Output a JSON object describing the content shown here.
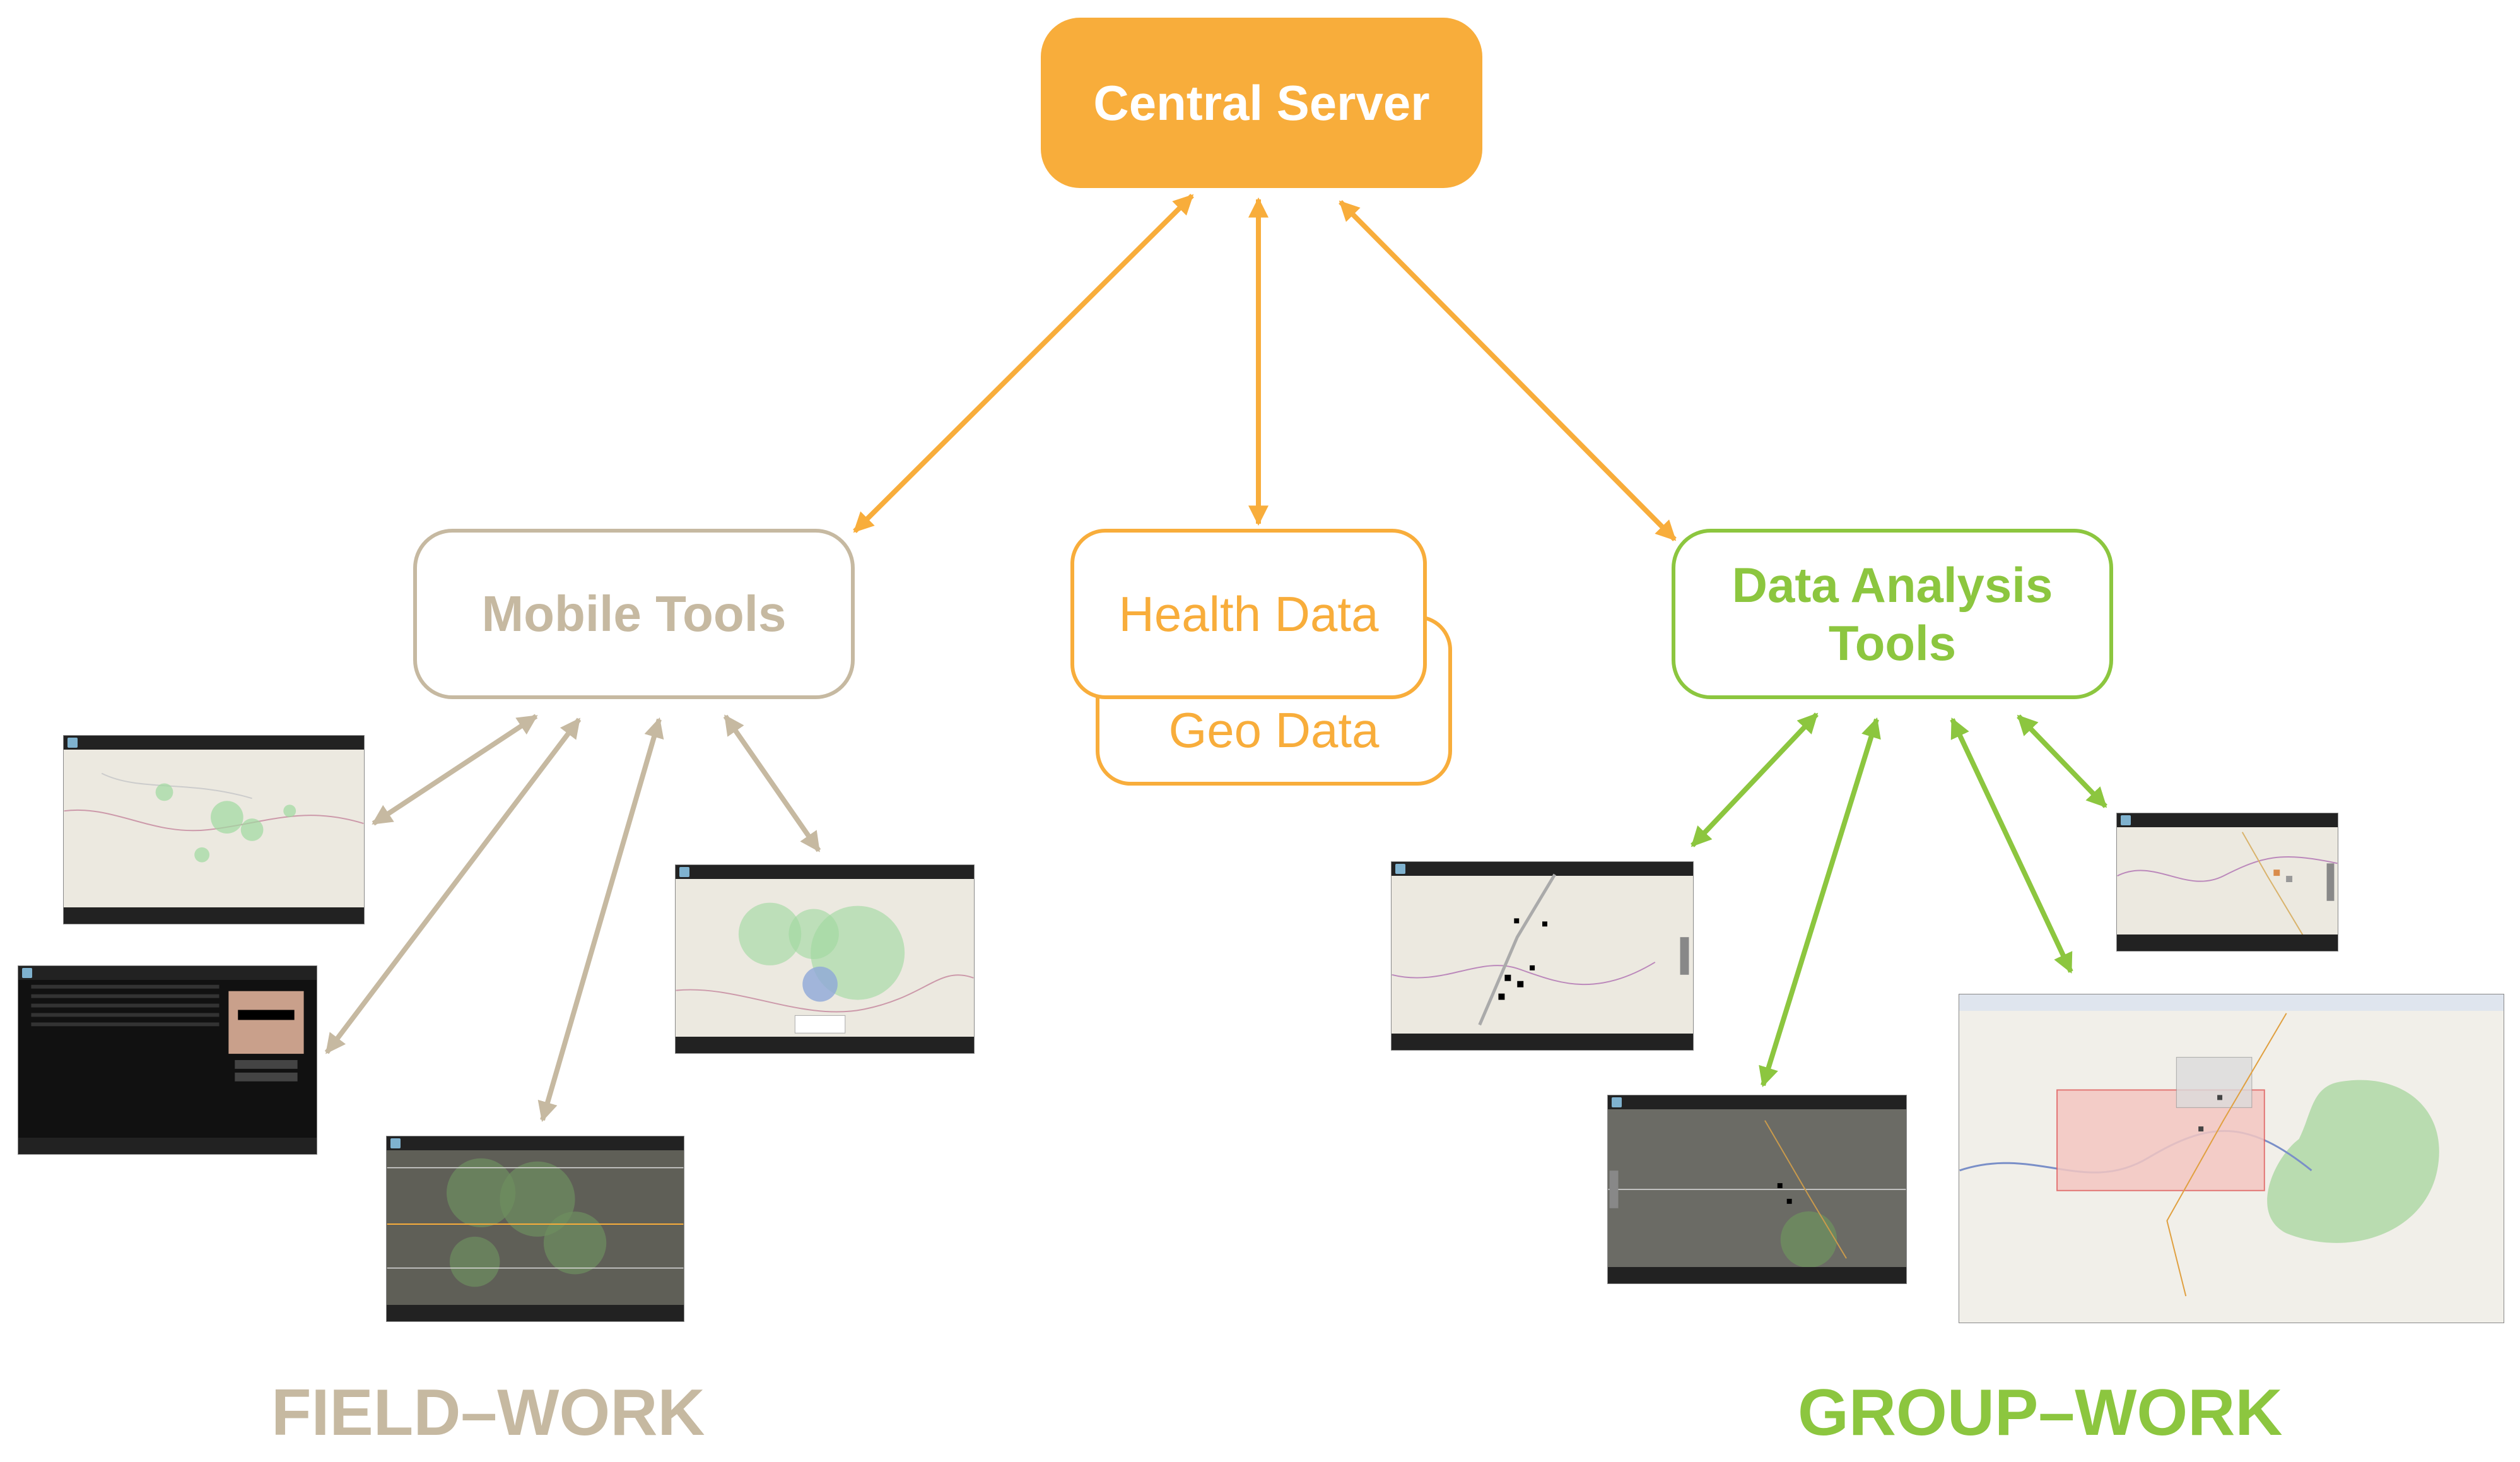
{
  "nodes": {
    "central_server": "Central Server",
    "mobile_tools": "Mobile Tools",
    "health_data": "Health Data",
    "geo_data": "Geo Data",
    "data_analysis_tools": [
      "Data Analysis",
      "Tools"
    ]
  },
  "labels": {
    "field_work": "FIELD–WORK",
    "group_work": "GROUP–WORK"
  },
  "colors": {
    "orange": "#f8ad3b",
    "tan": "#c6b9a1",
    "green": "#8cc63f"
  },
  "screenshots": {
    "mobile": [
      "map-screenshot",
      "patient-form-screenshot",
      "buffer-map-screenshot",
      "layer-settings-screenshot"
    ],
    "analysis": [
      "village-map-screenshot",
      "tablet-map-screenshot",
      "dark-map-screenshot",
      "desktop-gis-screenshot"
    ]
  }
}
